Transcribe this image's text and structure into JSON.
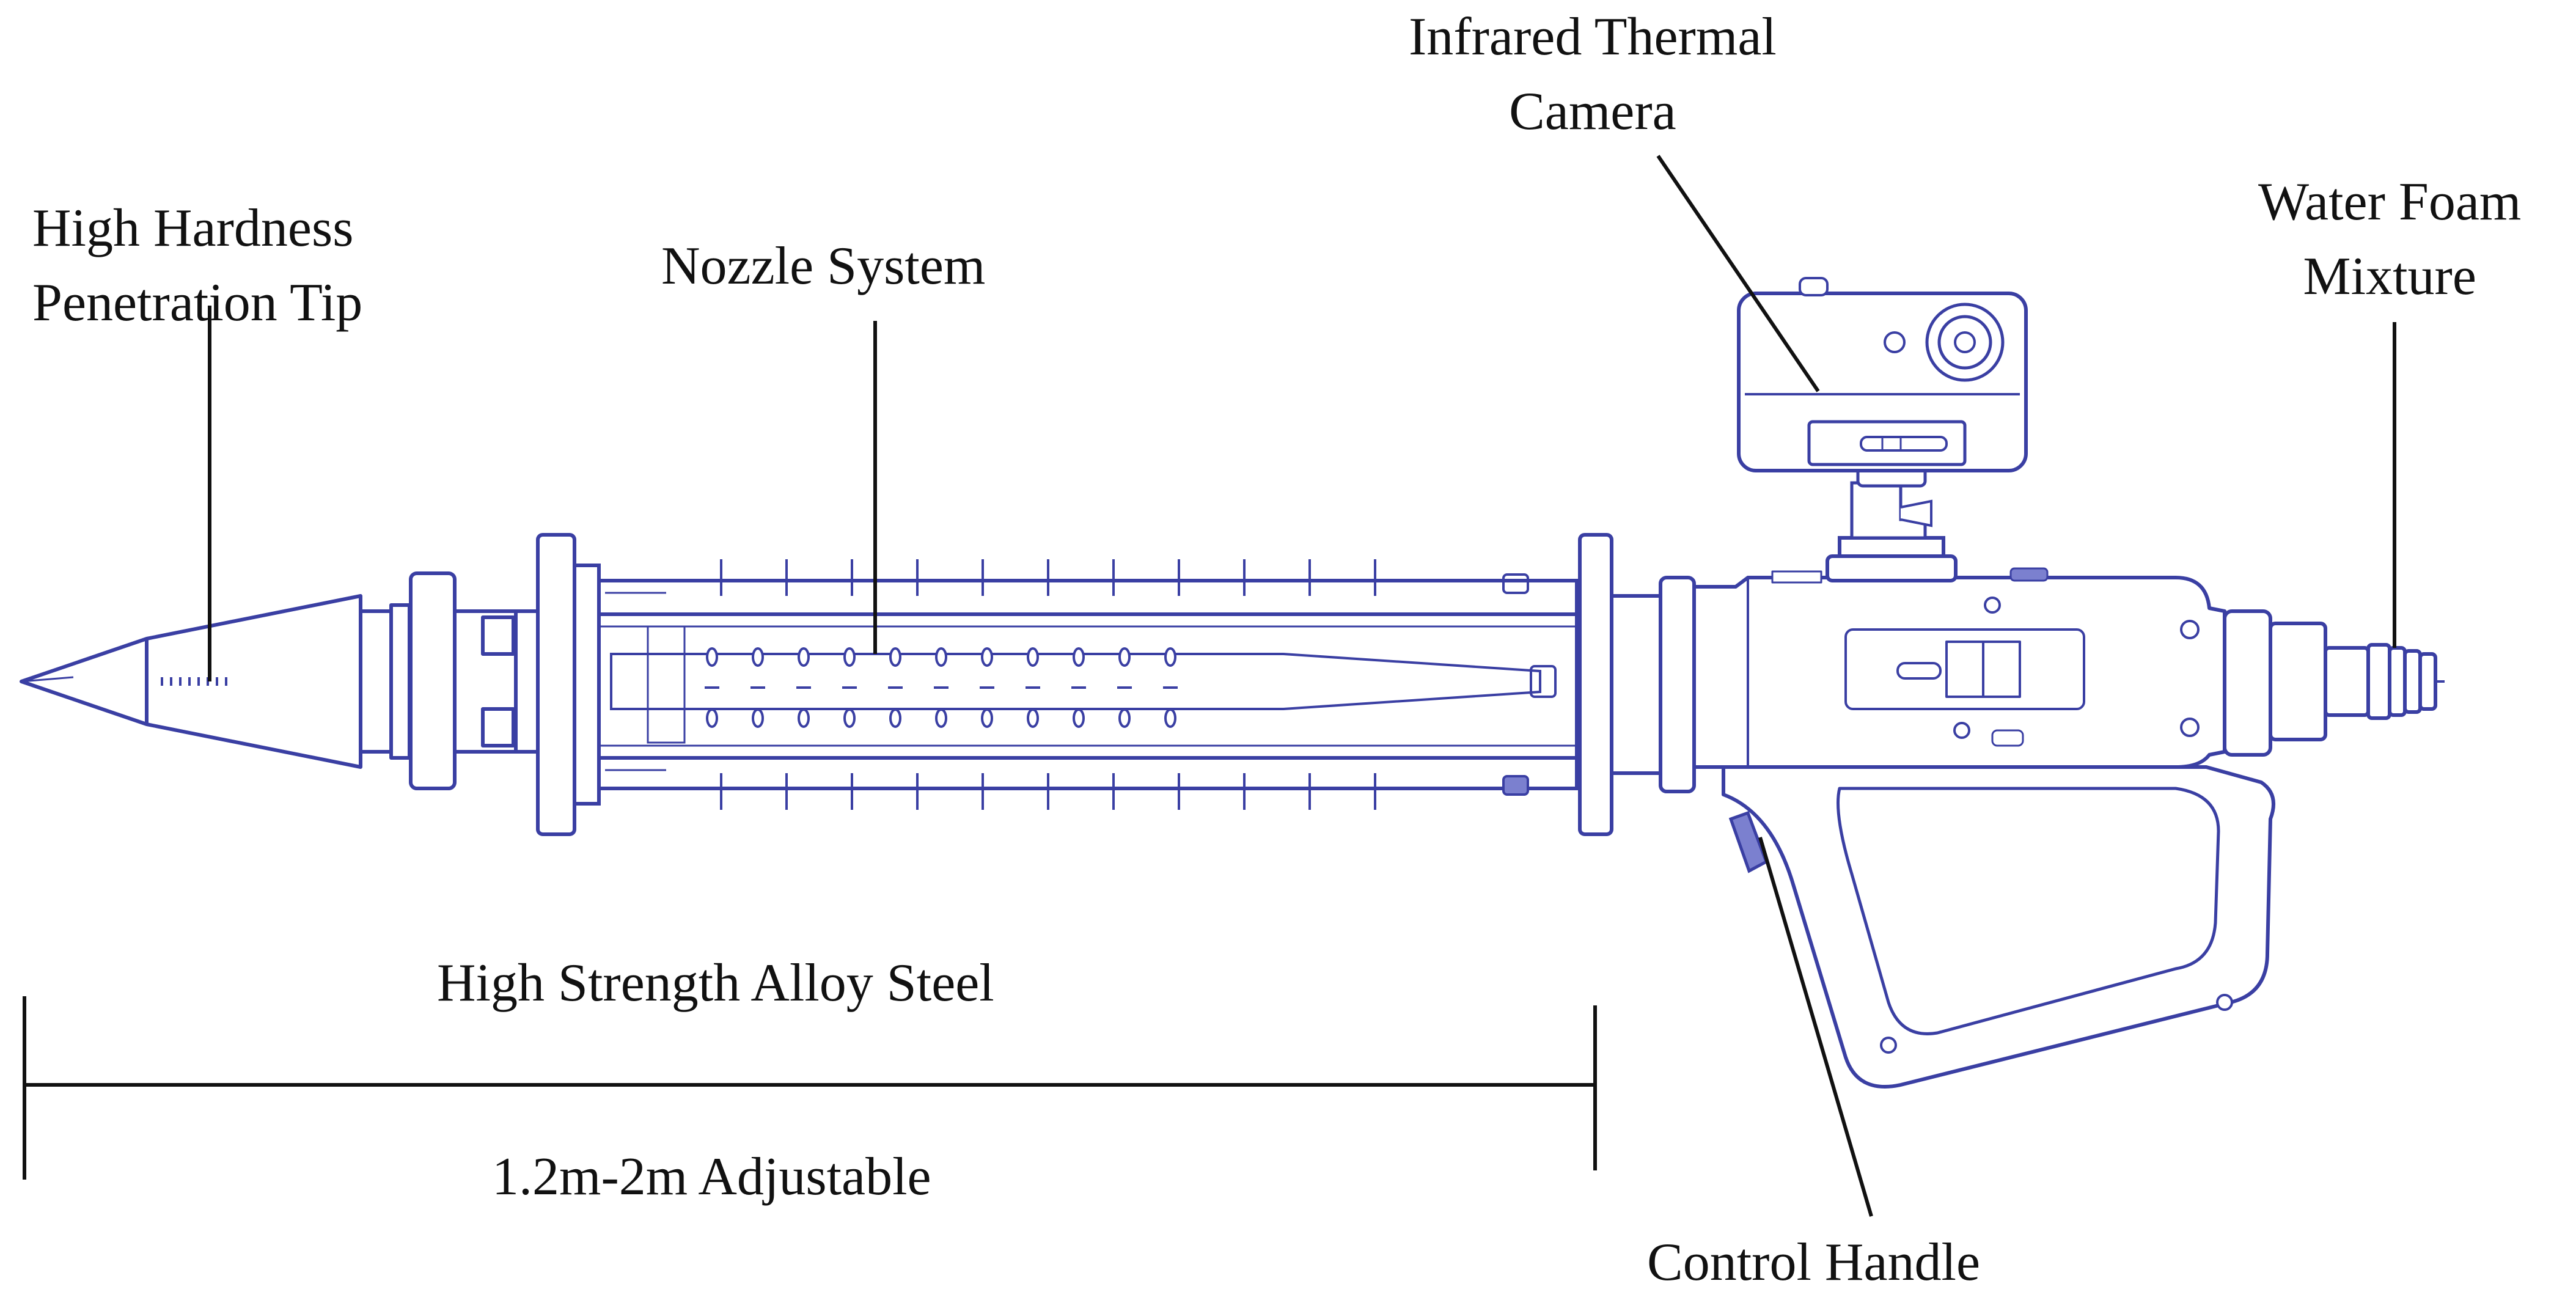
{
  "labels": {
    "tip": {
      "line1": "High Hardness",
      "line2": "Penetration Tip"
    },
    "nozzle": {
      "text": "Nozzle System"
    },
    "camera": {
      "line1": "Infrared Thermal",
      "line2": "Camera"
    },
    "water_foam": {
      "line1": "Water Foam",
      "line2": "Mixture"
    },
    "steel": {
      "text": "High Strength Alloy Steel"
    },
    "length": {
      "text": "1.2m-2m Adjustable"
    },
    "handle": {
      "text": "Control Handle"
    }
  },
  "colors": {
    "drawing": "#3a3fa3",
    "drawing_light": "#7b80cf",
    "leader": "#111111",
    "text": "#111111"
  }
}
